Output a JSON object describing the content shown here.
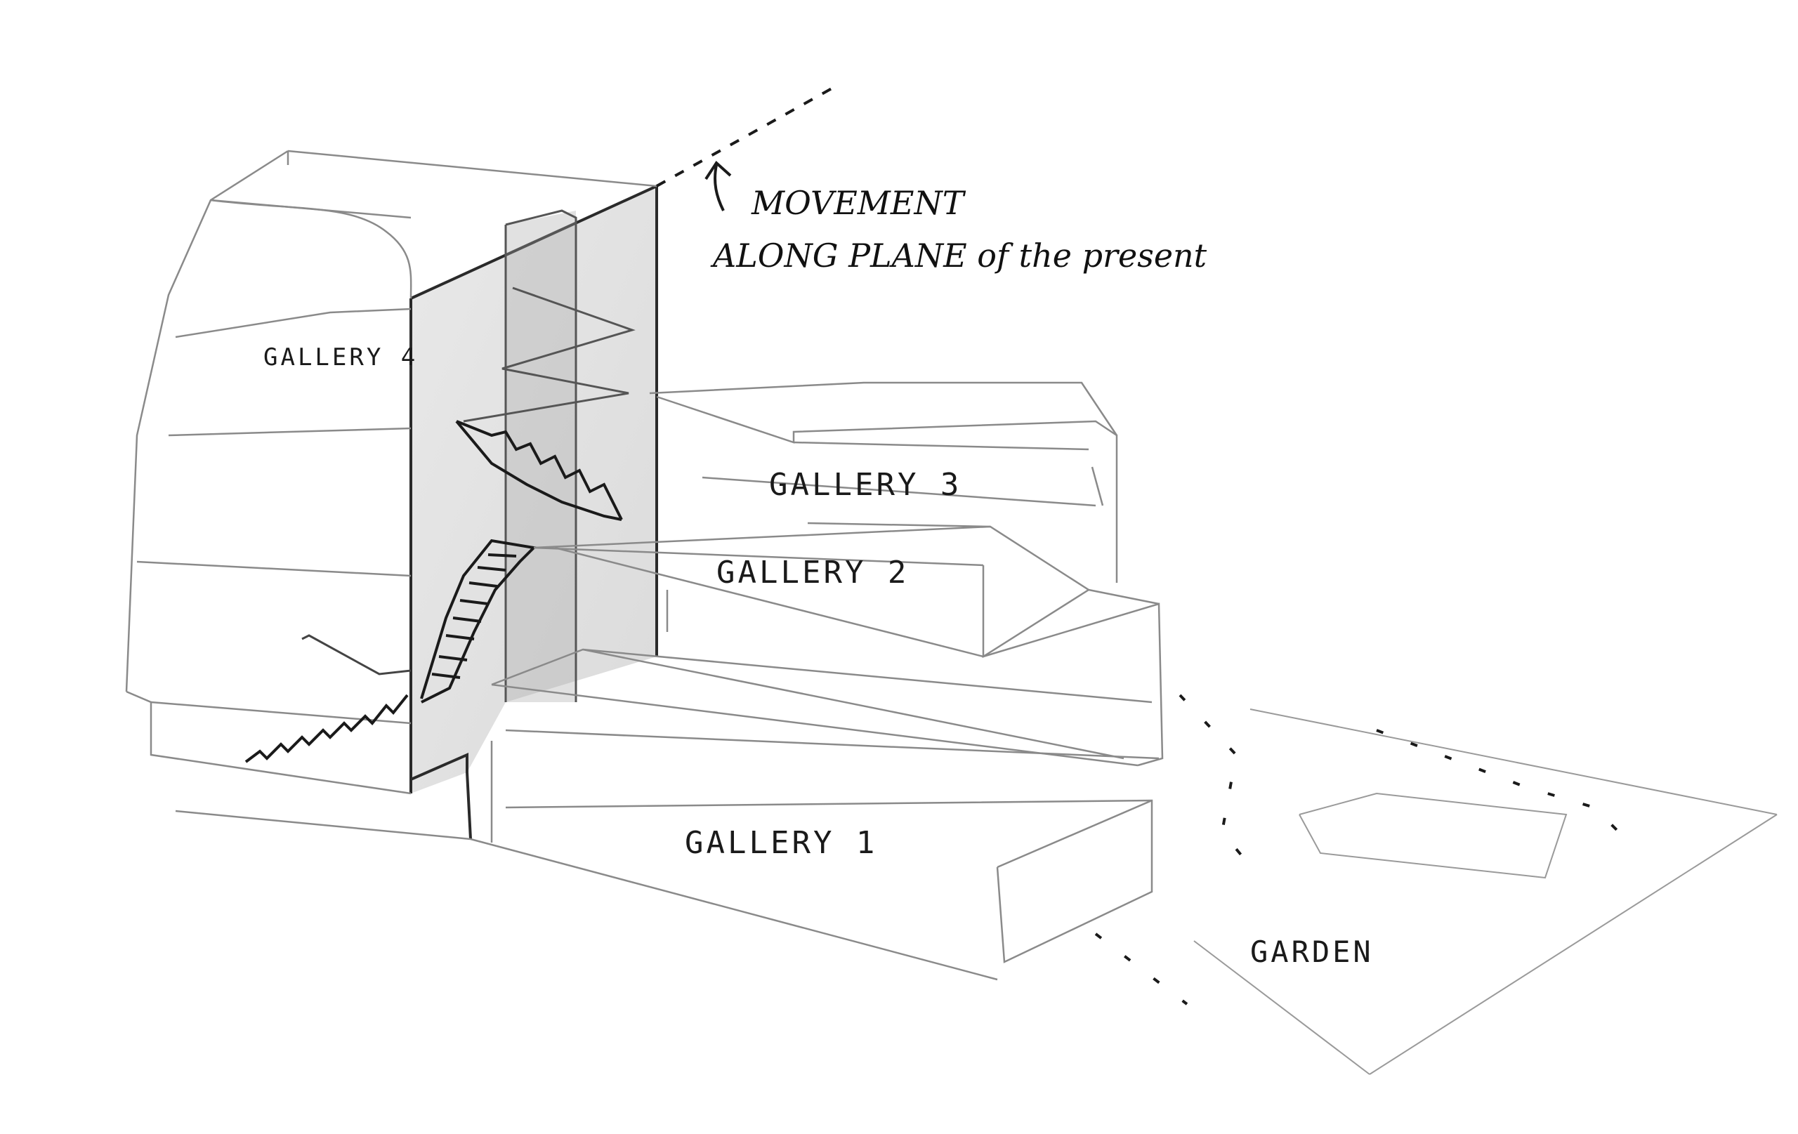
{
  "annotation": {
    "line1": "MOVEMENT",
    "line2": "ALONG PLANE of the present"
  },
  "labels": {
    "gallery4": "GALLERY 4",
    "gallery3": "GALLERY 3",
    "gallery2": "GALLERY 2",
    "gallery1": "GALLERY 1",
    "garden": "GARDEN"
  },
  "colors": {
    "ink": "#1a1a1a",
    "pencil": "#8a8a8a",
    "shade": "#c9c9c9",
    "paper": "#ffffff"
  }
}
